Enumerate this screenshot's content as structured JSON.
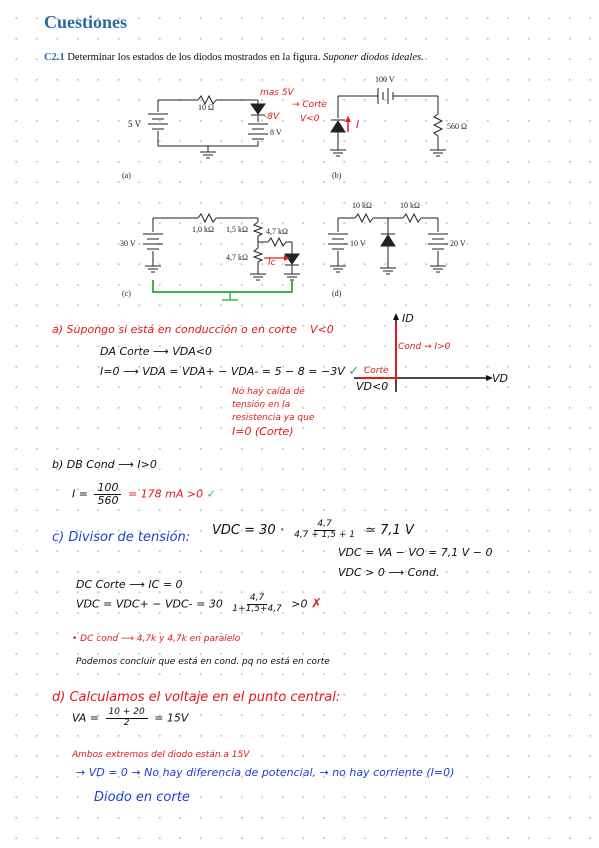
{
  "header": {
    "title": "Cuestiones"
  },
  "problem": {
    "number": "C2.1",
    "text": "Determinar los estados de los diodos mostrados en la figura.",
    "assumption": "Suponer diodos ideales."
  },
  "circuits": {
    "a": {
      "label": "(a)",
      "resistor": "10 Ω",
      "source1": "5 V",
      "source2": "8 V"
    },
    "b": {
      "label": "(b)",
      "source": "100 V",
      "resistor": "560 Ω"
    },
    "c": {
      "label": "(c)",
      "source": "30 V",
      "r1": "1,0 kΩ",
      "r2": "1,5 kΩ",
      "r3": "4,7 kΩ",
      "r4": "4,7 kΩ"
    },
    "d": {
      "label": "(d)",
      "r1": "10 kΩ",
      "r2": "10 kΩ",
      "source1": "10 V",
      "source2": "20 V"
    }
  },
  "annotations_figure": {
    "a_note1": "mas 5V",
    "a_note2": "→ Corte",
    "a_note3": "-8V",
    "a_note4": "V<0",
    "b_current": "I",
    "c_current": "Ic"
  },
  "iv_graph": {
    "y_label": "ID",
    "x_label": "VD",
    "cond": "Cond → I>0",
    "corte": "Corte",
    "vd": "VD<0"
  },
  "solution": {
    "a1": "a) Supongo si está en conducción o en corte",
    "a_v": "V<0",
    "a2": "DA Corte ⟶ VDA<0",
    "a3": "I=0 ⟶ VDA = VDA+ − VDA- = 5 − 8 = −3V",
    "a_check": "✓",
    "a4": "No hay caída de",
    "a5": "tensión en la",
    "a6": "resistencia ya que",
    "a7": "I=0 (Corte)",
    "b1": "b) DB Cond ⟶ I>0",
    "b_lhs": "I =",
    "b_num": "100",
    "b_den": "560",
    "b_rhs": "= 178 mA >0",
    "b_check": "✓",
    "c1": "c) Divisor de tensión:",
    "c_lhs": "VDC = 30 ·",
    "c_num": "4,7",
    "c_den": "4,7 + 1,5 + 1",
    "c_rhs": "≃ 7,1 V",
    "c2": "VDC = VA − VO = 7,1 V − 0",
    "c3": "VDC > 0 ⟶ Cond.",
    "c4": "DC Corte ⟶ IC = 0",
    "c5_lhs": "VDC = VDC+ − VDC- = 30",
    "c5_num": "4,7",
    "c5_den": "1+1,5+4,7",
    "c5_rhs": ">0",
    "c_x": "✗",
    "c6": "• DC cond ⟶ 4,7k y 4,7k en paralelo",
    "c7": "Podemos concluir que está en cond. pq no está en corte",
    "d1": "d) Calculamos el voltaje en el punto central:",
    "d_lhs": "VA =",
    "d_num": "10 + 20",
    "d_den": "2",
    "d_rhs": "= 15V",
    "d2": "Ambos extremos del diodo están a 15V",
    "d3": "→ VD = 0 → No hay diferencia de potencial, → no hay corriente (I=0)",
    "d4": "Diodo en corte"
  }
}
